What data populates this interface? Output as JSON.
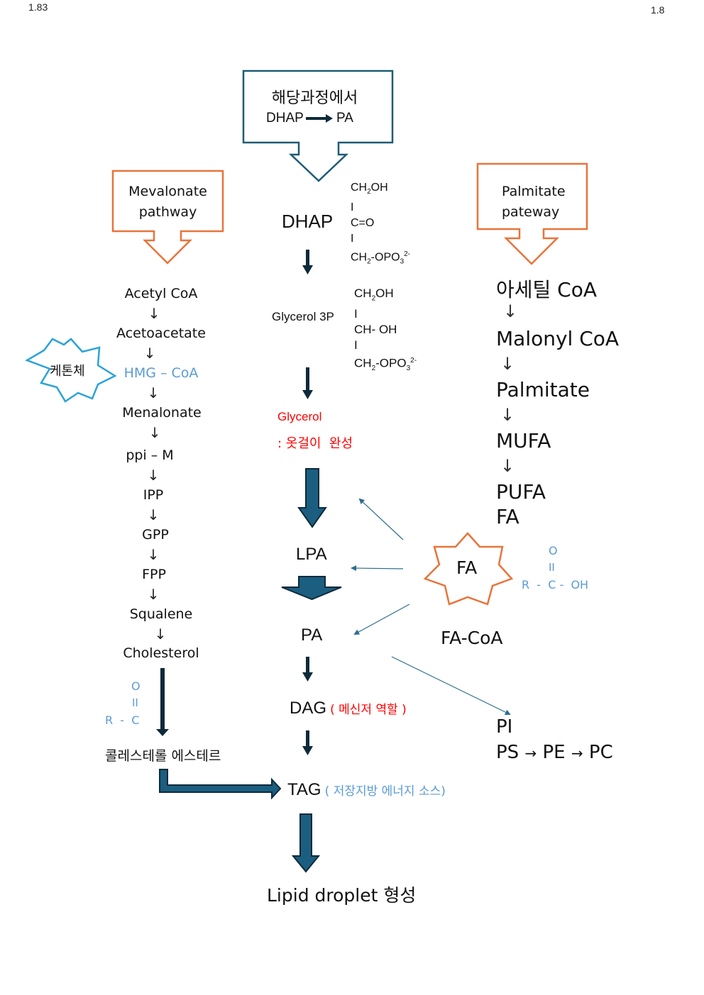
{
  "page": {
    "number_left": "1.83",
    "number_right": "1.8"
  },
  "colors": {
    "callout_teal": "#1f5b75",
    "callout_orange": "#e8743a",
    "arrow_fill": "#1b5e80",
    "arrow_outline": "#0e2a3a",
    "thin_arrow": "#2c6d8e",
    "star_blue": "#2aa3d8",
    "star_orange": "#e8743a",
    "text_blue": "#5b9bd5",
    "text_red": "#ff0000"
  },
  "top_callout": {
    "line1": "해당과정에서",
    "from": "DHAP",
    "to": "PA",
    "icon": "right-arrow-icon"
  },
  "mevalonate_callout": {
    "line1": "Mevalonate",
    "line2": "pathway"
  },
  "palmitate_callout": {
    "line1": "Palmitate",
    "line2": "pateway"
  },
  "mevalonate_steps": [
    {
      "label": "Acetyl CoA",
      "highlight": false
    },
    {
      "label": "Acetoacetate",
      "highlight": false
    },
    {
      "label": "HMG – CoA",
      "highlight": true
    },
    {
      "label": "Menalonate",
      "highlight": false
    },
    {
      "label": "ppi – M",
      "highlight": false
    },
    {
      "label": "IPP",
      "highlight": false
    },
    {
      "label": "GPP",
      "highlight": false
    },
    {
      "label": "FPP",
      "highlight": false
    },
    {
      "label": "Squalene",
      "highlight": false
    },
    {
      "label": "Cholesterol",
      "highlight": false
    }
  ],
  "step_arrow": "↓",
  "ketone_star": {
    "label": "케톤체"
  },
  "acyl_group": {
    "o": "O",
    "bond": "II",
    "rc": "R  -  C"
  },
  "cholesterol_ester": "콜레스테롤 에스테르",
  "dhap": {
    "label": "DHAP",
    "formula": [
      "CH2OH",
      "I",
      "C=O",
      "I",
      "CH2-OPO3 2-"
    ]
  },
  "glycerol3p": {
    "label": "Glycerol 3P",
    "formula": [
      "CH2OH",
      "I",
      "CH- OH",
      "I",
      "CH2-OPO3 2-"
    ]
  },
  "glycerol_note": {
    "line1": "Glycerol",
    "line2": ": 옷걸이  완성"
  },
  "center_chain": {
    "lpa": "LPA",
    "pa": "PA",
    "dag": "DAG",
    "dag_note": "( 메신저 역할 )",
    "tag": "TAG",
    "tag_note": "( 저장지방 에너지 소스)",
    "final": "Lipid droplet 형성"
  },
  "palmitate_steps": [
    "아세틸 CoA",
    "Malonyl CoA",
    "Palmitate",
    "MUFA",
    "PUFA",
    "FA"
  ],
  "fa_star": {
    "label": "FA"
  },
  "carboxyl": {
    "o": "O",
    "bond": "II",
    "formula": "R  -  C -  OH"
  },
  "fa_coa": "FA-CoA",
  "phospholipids": {
    "pi": "PI",
    "ps": "PS",
    "pe": "PE",
    "pc": "PC",
    "arrow": "→"
  }
}
